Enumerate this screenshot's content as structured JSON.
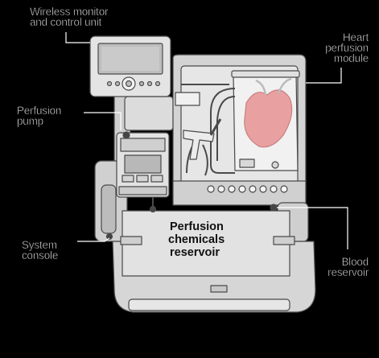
{
  "labels": {
    "wireless_monitor": [
      "Wireless monitor",
      "and control unit"
    ],
    "heart_module": [
      "Heart",
      "perfusion",
      "module"
    ],
    "perfusion_pump": [
      "Perfusion",
      "pump"
    ],
    "system_console": [
      "System",
      "console"
    ],
    "blood_reservoir": [
      "Blood",
      "reservoir"
    ],
    "chemicals_reservoir": [
      "Perfusion",
      "chemicals",
      "reservoir"
    ]
  },
  "colors": {
    "background": "#000000",
    "device_body": "#d9d9d9",
    "device_light": "#eeeeee",
    "outline": "#4a4a4a",
    "heart": "#e8a0a0",
    "callout_text": "#ffffff",
    "leader_line": "#ffffff"
  }
}
